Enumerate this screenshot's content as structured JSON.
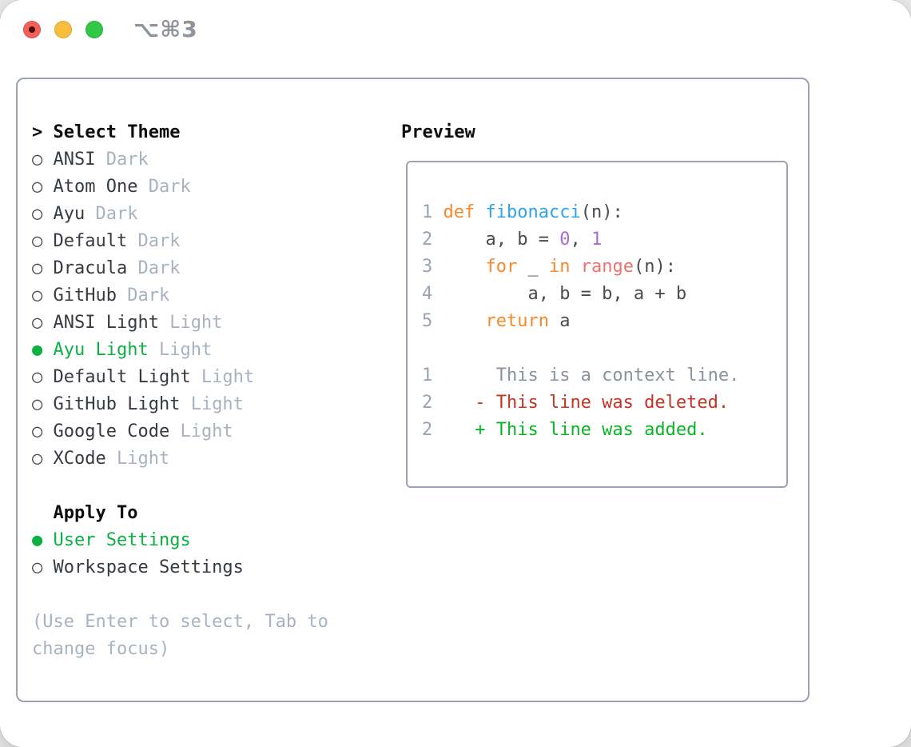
{
  "window": {
    "title_shortcut": "⌥⌘3",
    "buttons": {
      "close": "close",
      "minimize": "minimize",
      "zoom": "zoom"
    }
  },
  "glyphs": {
    "cursor": "> ",
    "radio_selected": "● ",
    "radio_unselected": "○ ",
    "indent": "  "
  },
  "left": {
    "header_label": "Select Theme",
    "themes": [
      {
        "name": "ANSI",
        "tag": "Dark",
        "selected": false
      },
      {
        "name": "Atom One",
        "tag": "Dark",
        "selected": false
      },
      {
        "name": "Ayu",
        "tag": "Dark",
        "selected": false
      },
      {
        "name": "Default",
        "tag": "Dark",
        "selected": false
      },
      {
        "name": "Dracula",
        "tag": "Dark",
        "selected": false
      },
      {
        "name": "GitHub",
        "tag": "Dark",
        "selected": false
      },
      {
        "name": "ANSI Light",
        "tag": "Light",
        "selected": false
      },
      {
        "name": "Ayu Light",
        "tag": "Light",
        "selected": true
      },
      {
        "name": "Default Light",
        "tag": "Light",
        "selected": false
      },
      {
        "name": "GitHub Light",
        "tag": "Light",
        "selected": false
      },
      {
        "name": "Google Code",
        "tag": "Light",
        "selected": false
      },
      {
        "name": "XCode",
        "tag": "Light",
        "selected": false
      }
    ],
    "apply_header": "Apply To",
    "apply_options": [
      {
        "name": "User Settings",
        "selected": true
      },
      {
        "name": "Workspace Settings",
        "selected": false
      }
    ],
    "help_lines": [
      "(Use Enter to select, Tab to",
      "change focus)"
    ]
  },
  "preview": {
    "header_label": "Preview",
    "lines": [
      {
        "segs": [
          [
            "1 ",
            "ln"
          ],
          [
            "def",
            "kw"
          ],
          [
            " ",
            "pl"
          ],
          [
            "fibonacci",
            "fn"
          ],
          [
            "(n):",
            "pl"
          ]
        ]
      },
      {
        "segs": [
          [
            "2 ",
            "ln"
          ],
          [
            "    a, b = ",
            "pl"
          ],
          [
            "0",
            "num"
          ],
          [
            ", ",
            "pl"
          ],
          [
            "1",
            "num"
          ]
        ]
      },
      {
        "segs": [
          [
            "3 ",
            "ln"
          ],
          [
            "    ",
            "pl"
          ],
          [
            "for",
            "kw"
          ],
          [
            " _ ",
            "pl"
          ],
          [
            "in",
            "kw"
          ],
          [
            " ",
            "pl"
          ],
          [
            "range",
            "call"
          ],
          [
            "(n):",
            "pl"
          ]
        ]
      },
      {
        "segs": [
          [
            "4 ",
            "ln"
          ],
          [
            "        a, b = b, a + b",
            "pl"
          ]
        ]
      },
      {
        "segs": [
          [
            "5 ",
            "ln"
          ],
          [
            "    ",
            "pl"
          ],
          [
            "return",
            "kw"
          ],
          [
            " a",
            "pl"
          ]
        ]
      },
      {
        "segs": [
          [
            " ",
            "pl"
          ]
        ]
      },
      {
        "segs": [
          [
            "1 ",
            "ln"
          ],
          [
            "     This is a context line.",
            "ctx"
          ]
        ]
      },
      {
        "segs": [
          [
            "2 ",
            "ln"
          ],
          [
            "   - This line was deleted.",
            "del"
          ]
        ]
      },
      {
        "segs": [
          [
            "2 ",
            "ln"
          ],
          [
            "   + This line was added.",
            "add"
          ]
        ]
      }
    ],
    "token_colors": {
      "ln": "#9aa3b0",
      "kw": "#f68a2a",
      "fn": "#2ea4e8",
      "call": "#f0716c",
      "num": "#a56cd6",
      "pl": "#474c52",
      "ctx": "#8b939b",
      "del": "#c23522",
      "add": "#0bb425"
    }
  },
  "colors": {
    "selection_green": "#0cb043",
    "item_text": "#363b42",
    "tag_gray": "#a9b2c0",
    "radio_ring": "#43484f",
    "help_gray": "#a9b2c0",
    "panel_border": "#9ba3ae",
    "header_black": "#0d0d0d",
    "titlebar_gray": "#8f949b",
    "traffic_red": "#f4605a",
    "traffic_yellow": "#f8bd3c",
    "traffic_green": "#33c748"
  }
}
